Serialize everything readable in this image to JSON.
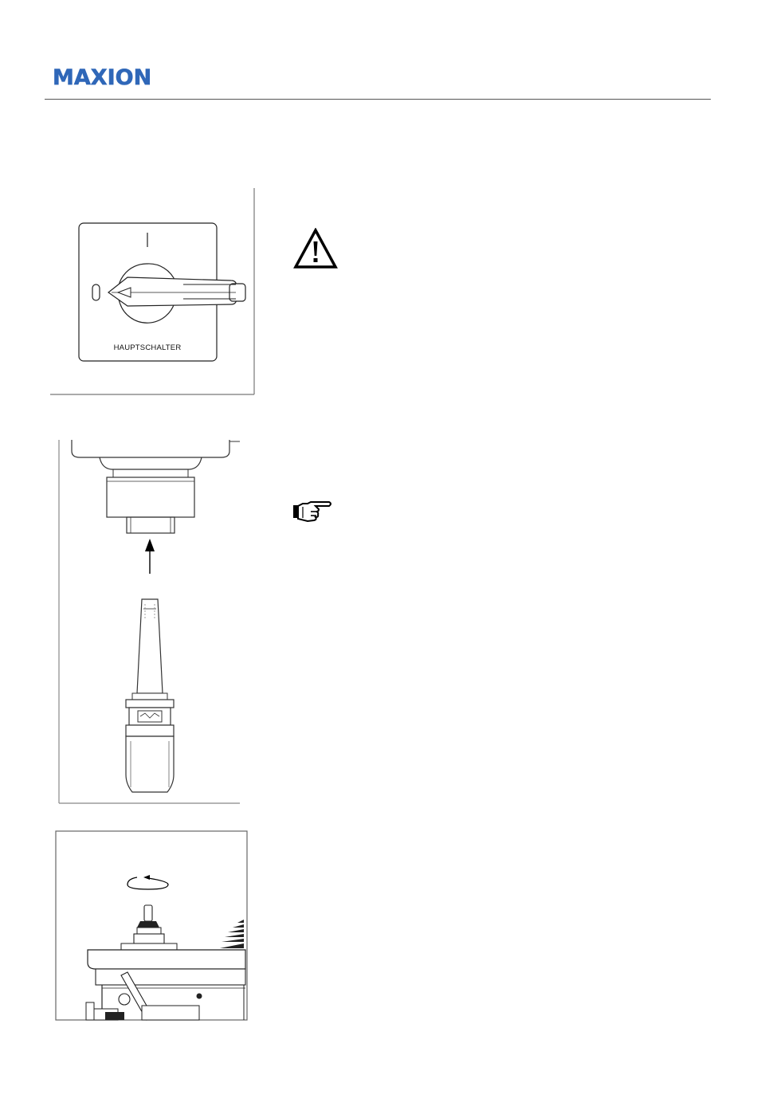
{
  "header": {
    "brand": "MAXION",
    "brand_color": "#2f67b8"
  },
  "figures": [
    {
      "id": "main-switch",
      "label": "HAUPTSCHALTER"
    },
    {
      "id": "chuck-mounting"
    },
    {
      "id": "spindle-rotation"
    }
  ],
  "icons": {
    "warning": "warning-triangle-icon",
    "note": "pointing-hand-icon"
  }
}
